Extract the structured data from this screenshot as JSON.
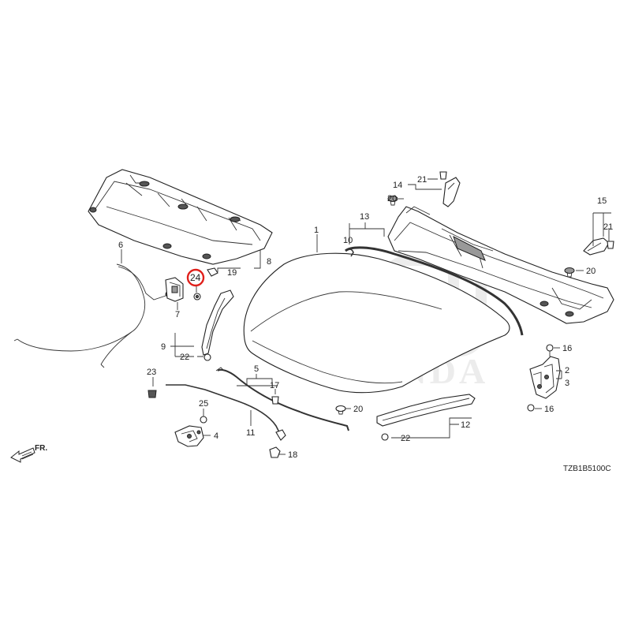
{
  "callouts": {
    "c1": "1",
    "c2": "2",
    "c3": "3",
    "c4": "4",
    "c5": "5",
    "c6": "6",
    "c7": "7",
    "c8": "8",
    "c9": "9",
    "c10": "10",
    "c11": "11",
    "c12": "12",
    "c13": "13",
    "c14": "14",
    "c15": "15",
    "c16a": "16",
    "c16b": "16",
    "c17": "17",
    "c18": "18",
    "c19": "19",
    "c20a": "20",
    "c20b": "20",
    "c20c": "20",
    "c21a": "21",
    "c21b": "21",
    "c22a": "22",
    "c22b": "22",
    "c23": "23",
    "c24": "24",
    "c25": "25"
  },
  "highlight_color": "#e0201b",
  "watermark": "HONDA",
  "direction_label": "FR.",
  "diagram_code": "TZB1B5100C"
}
